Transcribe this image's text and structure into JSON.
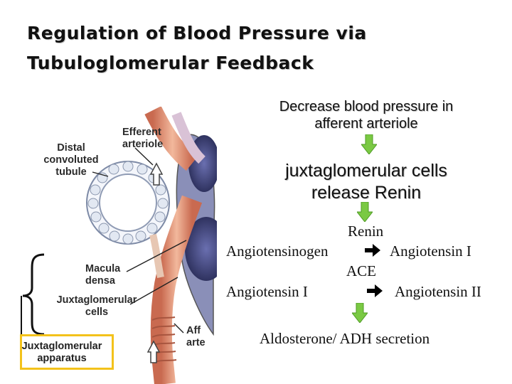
{
  "title": {
    "line1": "Regulation of Blood Pressure via",
    "line2": "Tubuloglomerular Feedback"
  },
  "figure": {
    "labels": {
      "efferent1": "Efferent",
      "efferent2": "arteriole",
      "distal1": "Distal",
      "distal2": "convoluted",
      "distal3": "tubule",
      "macula1": "Macula",
      "macula2": "densa",
      "jg1": "Juxtaglomerular",
      "jg2": "cells",
      "afferent1": "Aff",
      "afferent2": "arte",
      "apparatus1": "Juxtaglomerular",
      "apparatus2": "apparatus"
    },
    "colors": {
      "vessel": "#e8a88a",
      "vessel_dark": "#b5604a",
      "tubule": "#e2e8f2",
      "glomerulus": "#3a3d78",
      "highlight": "#f3c21b"
    }
  },
  "flow": {
    "step1_line1": "Decrease blood pressure in",
    "step1_line2": "afferent arteriole",
    "step2_line1": "juxtaglomerular cells",
    "step2_line2": "release Renin",
    "reaction1": {
      "enzyme": "Renin",
      "substrate": "Angiotensinogen",
      "product": "Angiotensin I"
    },
    "reaction2": {
      "enzyme": "ACE",
      "substrate": "Angiotensin I",
      "product": "Angiotensin II"
    },
    "step3": "Aldosterone/ ADH secretion",
    "arrow_color": "#7ac943"
  }
}
